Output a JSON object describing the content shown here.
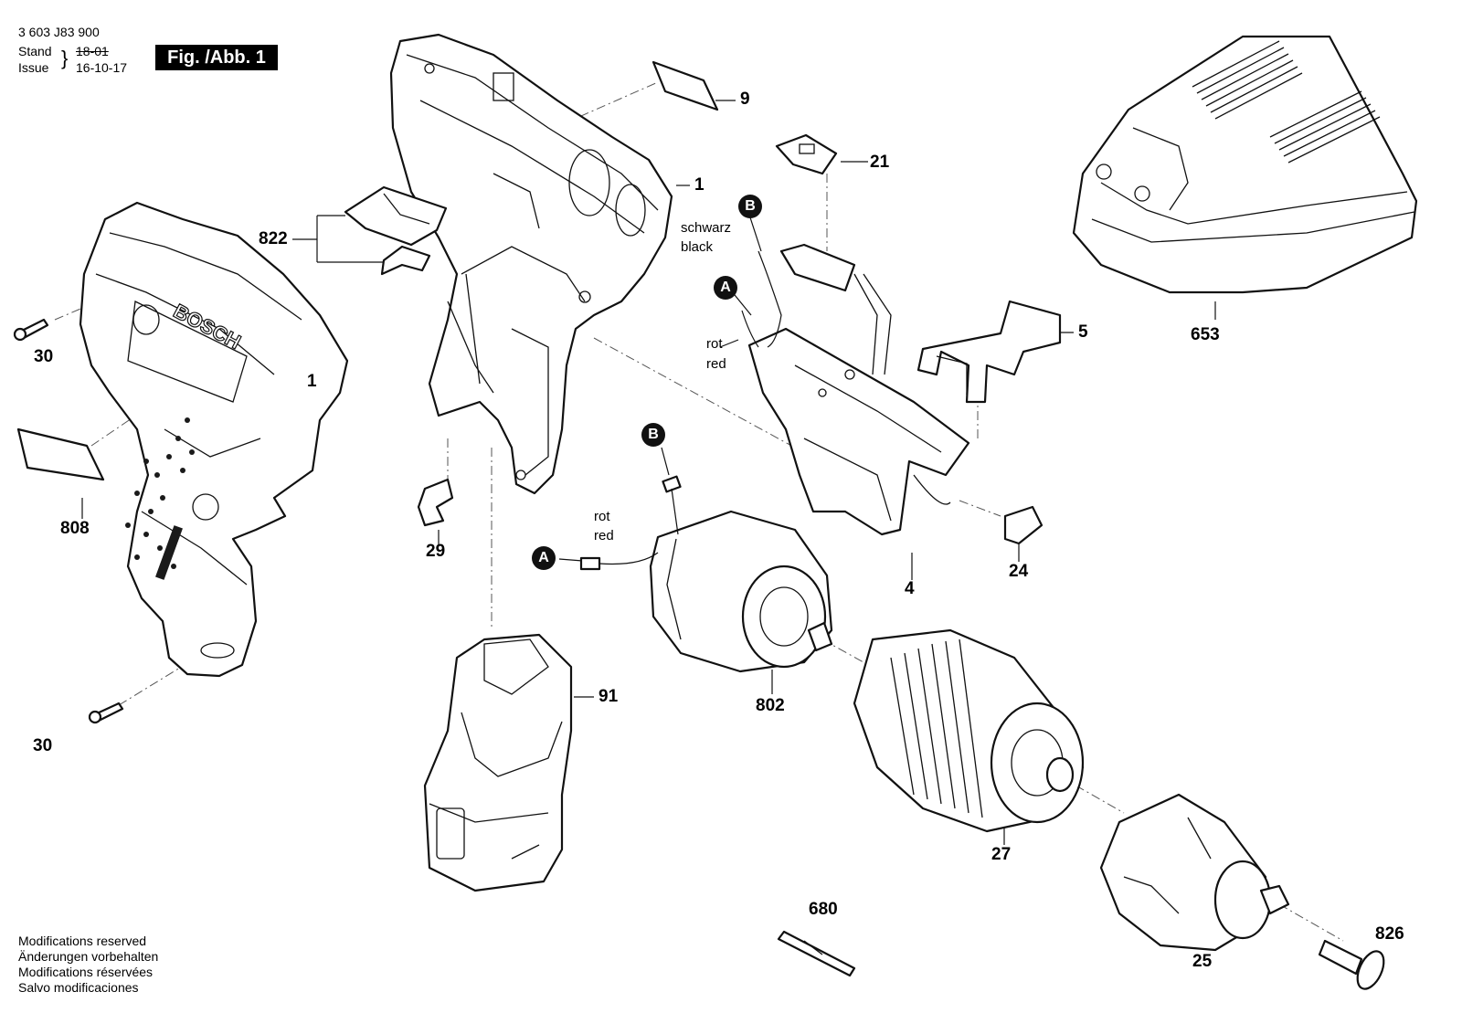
{
  "header": {
    "doc_number": "3 603 J83 900",
    "stand_label": "Stand",
    "issue_label": "Issue",
    "stand_value": "18-01",
    "issue_value": "16-10-17",
    "figure_label": "Fig. /Abb. 1"
  },
  "footer": {
    "lines": [
      "Modifications reserved",
      "Änderungen vorbehalten",
      "Modifications réservées",
      "Salvo modificaciones"
    ]
  },
  "brand": "BOSCH",
  "parts": {
    "p9": "9",
    "p1_top": "1",
    "p1_left": "1",
    "p21": "21",
    "p822": "822",
    "p30_top": "30",
    "p30_bottom": "30",
    "p808": "808",
    "p29": "29",
    "p5": "5",
    "p653": "653",
    "p4": "4",
    "p24": "24",
    "p91": "91",
    "p802": "802",
    "p27": "27",
    "p680": "680",
    "p25": "25",
    "p826": "826"
  },
  "wires": {
    "schwarz": "schwarz",
    "black": "black",
    "rot_top": "rot",
    "red_top": "red",
    "rot_mid": "rot",
    "red_mid": "red"
  },
  "refs": {
    "b_top": "B",
    "a_top": "A",
    "b_mid": "B",
    "a_mid": "A"
  }
}
